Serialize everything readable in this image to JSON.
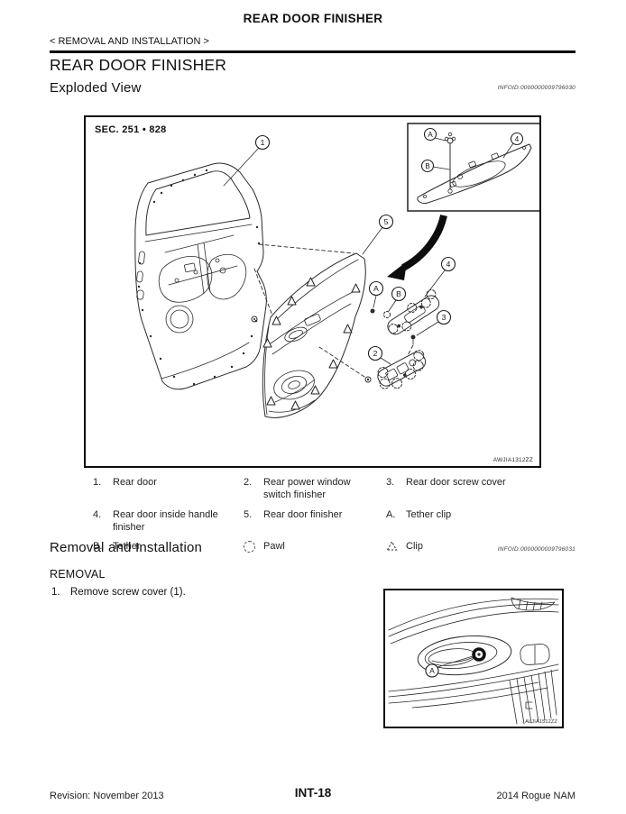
{
  "colors": {
    "ink": "#111111",
    "rule": "#000000"
  },
  "header": {
    "page_title": "REAR DOOR FINISHER",
    "breadcrumb": "< REMOVAL AND INSTALLATION >",
    "section_title": "REAR DOOR FINISHER"
  },
  "exploded_view": {
    "heading": "Exploded View",
    "infoid": "INFOID:0000000009796030",
    "figure": {
      "sec_label": "SEC. 251 • 828",
      "code": "AWJIA1312ZZ",
      "callouts": {
        "c1": "1",
        "c2": "2",
        "c3": "3",
        "c4": "4",
        "c5": "5",
        "ca": "A",
        "cb": "B"
      }
    },
    "legend": {
      "cells": {
        "r1c1": {
          "key": "1.",
          "label": "Rear door"
        },
        "r1c2": {
          "key": "2.",
          "label": "Rear power window switch finisher"
        },
        "r1c3": {
          "key": "3.",
          "label": "Rear door screw cover"
        },
        "r2c1": {
          "key": "4.",
          "label": "Rear door inside handle finisher"
        },
        "r2c2": {
          "key": "5.",
          "label": "Rear door finisher"
        },
        "r2c3": {
          "key": "A.",
          "label": "Tether clip"
        },
        "r3c1": {
          "key": "B.",
          "label": "Tether"
        },
        "r3c2": {
          "icon": "pawl-icon",
          "label": "Pawl"
        },
        "r3c3": {
          "icon": "clip-icon",
          "label": "Clip"
        }
      }
    }
  },
  "removal": {
    "heading": "Removal and Installation",
    "infoid": "INFOID:0000000009796031",
    "subheading": "REMOVAL",
    "steps": [
      {
        "num": "1.",
        "text": "Remove screw cover (1)."
      }
    ],
    "figure": {
      "code": "ALJIA1512ZZ",
      "callout_a": "A"
    }
  },
  "footer": {
    "revision": "Revision: November 2013",
    "page_number": "INT-18",
    "model": "2014 Rogue NAM"
  }
}
